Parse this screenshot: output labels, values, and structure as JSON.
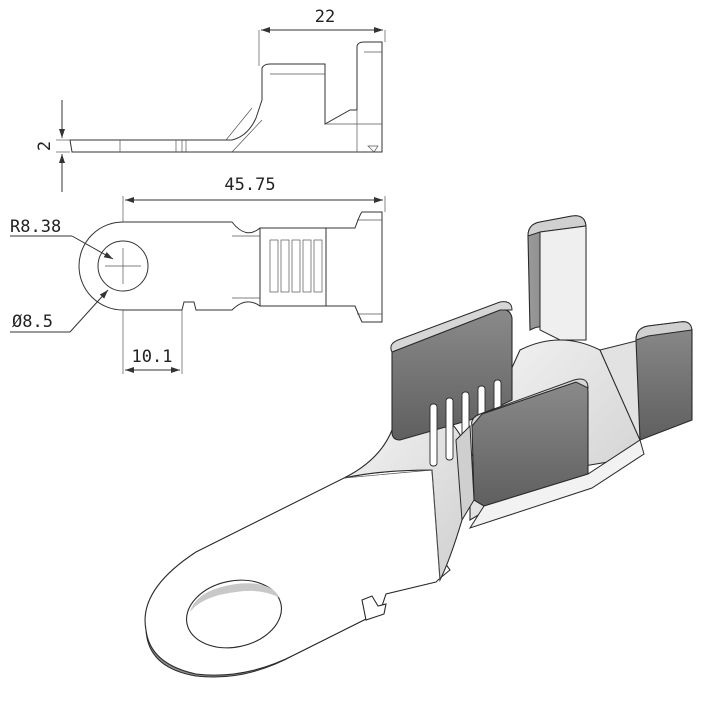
{
  "drawing": {
    "dimensions": {
      "top_width": "22",
      "thickness": "2",
      "overall_length": "45.75",
      "ring_radius": "R8.38",
      "hole_diameter": "Ø8.5",
      "ring_offset": "10.1"
    }
  }
}
